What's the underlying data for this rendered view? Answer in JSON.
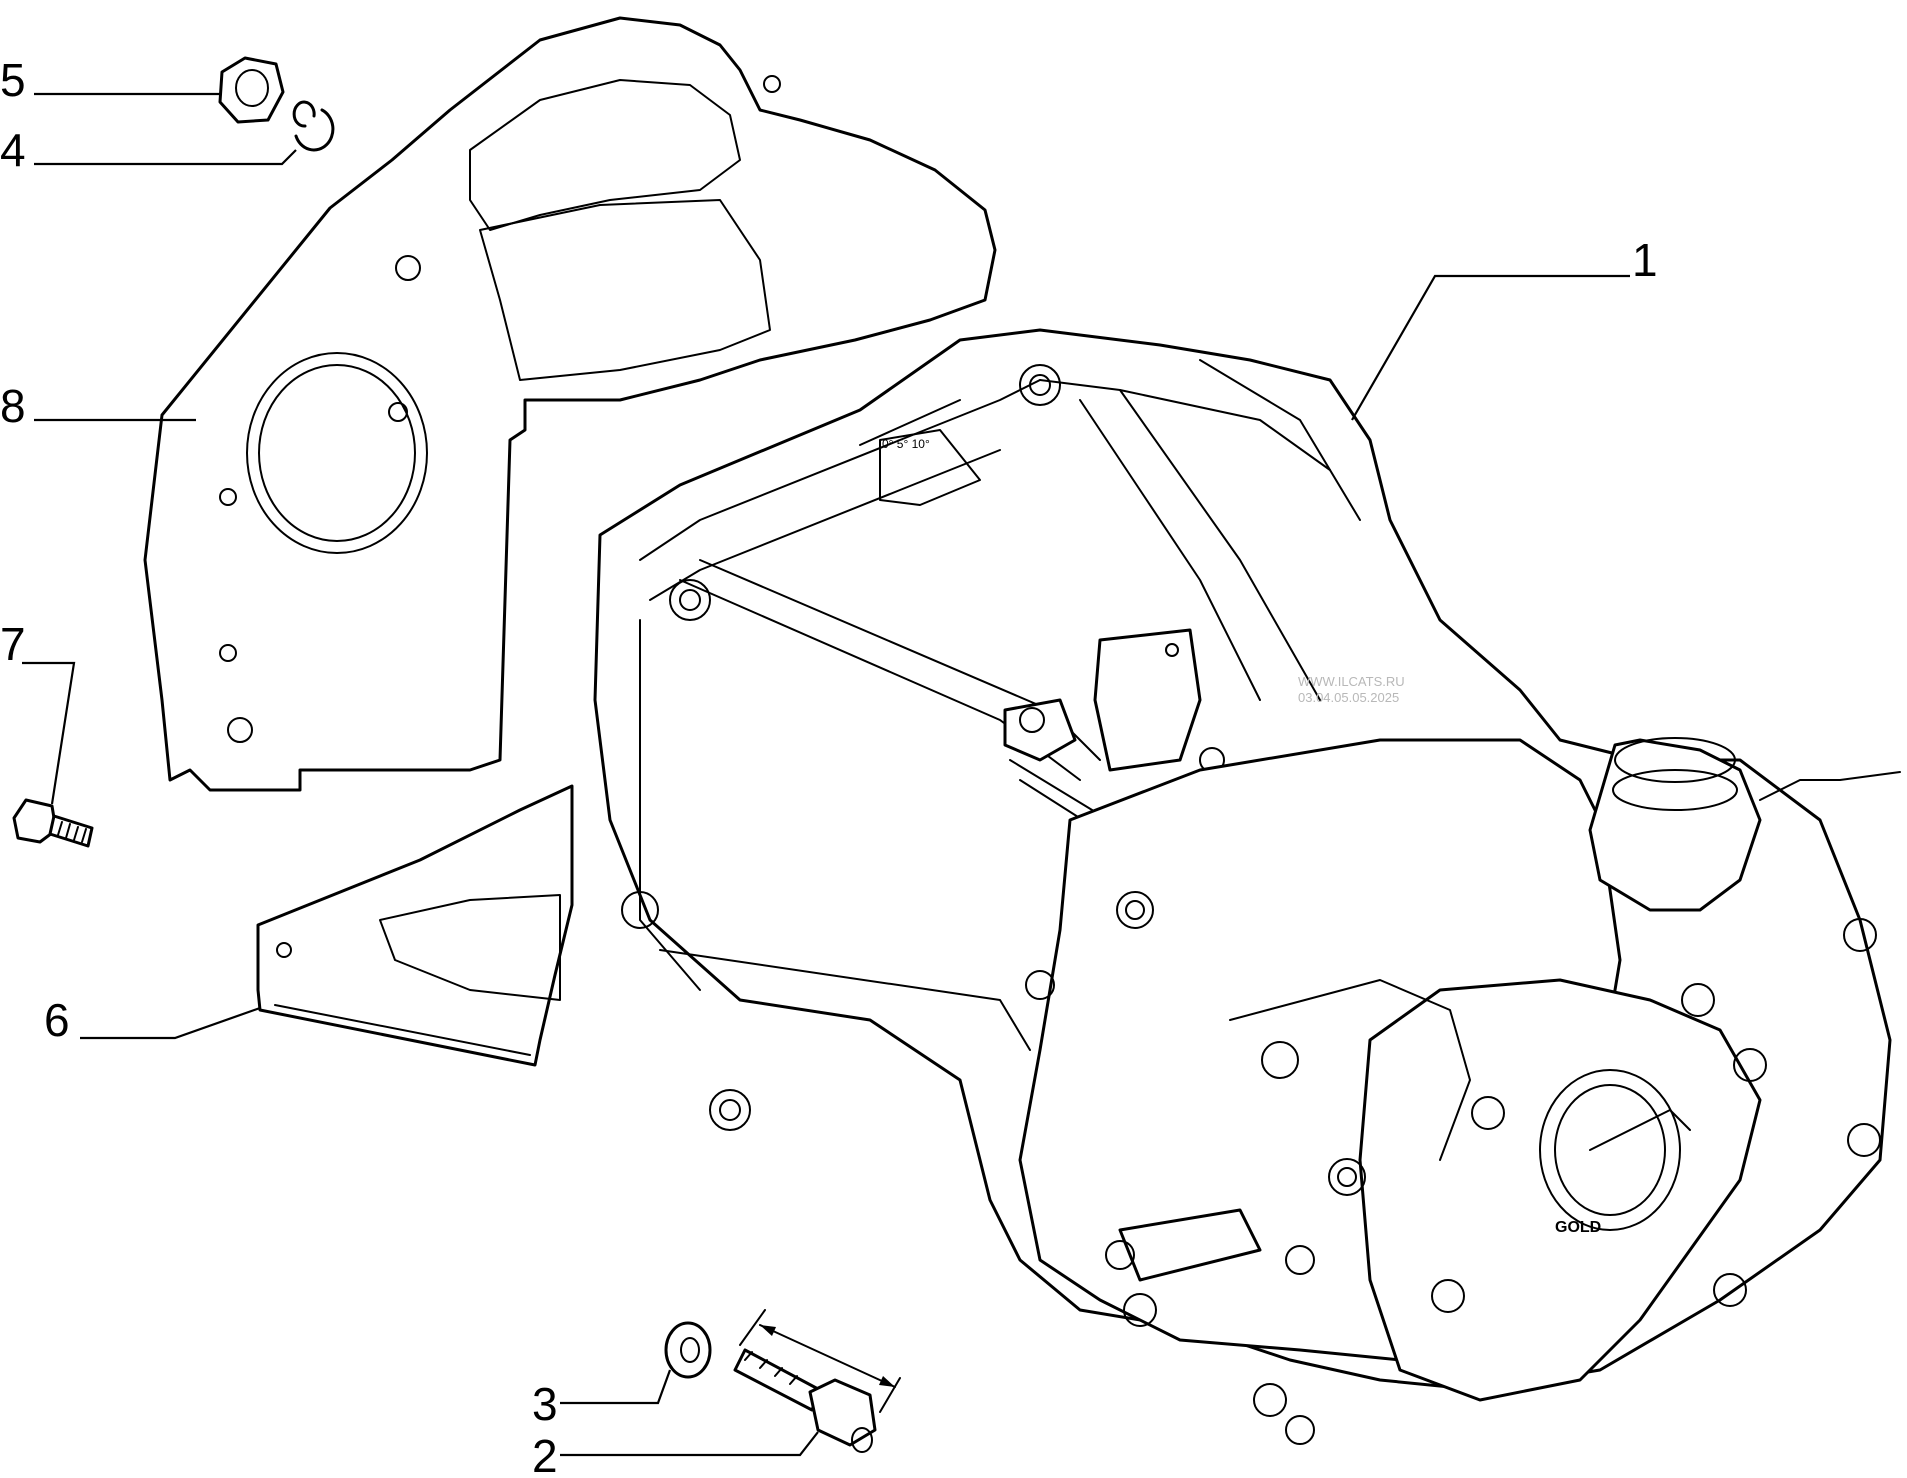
{
  "callouts": [
    {
      "id": "1",
      "label": "1",
      "part": "gearbox-assembly"
    },
    {
      "id": "2",
      "label": "2",
      "part": "bolt"
    },
    {
      "id": "3",
      "label": "3",
      "part": "washer"
    },
    {
      "id": "4",
      "label": "4",
      "part": "spring-washer"
    },
    {
      "id": "5",
      "label": "5",
      "part": "nut"
    },
    {
      "id": "6",
      "label": "6",
      "part": "lower-cover-plate"
    },
    {
      "id": "7",
      "label": "7",
      "part": "screw"
    },
    {
      "id": "8",
      "label": "8",
      "part": "flywheel-cover-plate"
    }
  ],
  "watermark": {
    "line1": "WWW.ILCATS.RU",
    "line2": "03.04.05.05.2025"
  },
  "housing_text": {
    "brand": "GOLD",
    "scale": "0° 5° 10°"
  }
}
